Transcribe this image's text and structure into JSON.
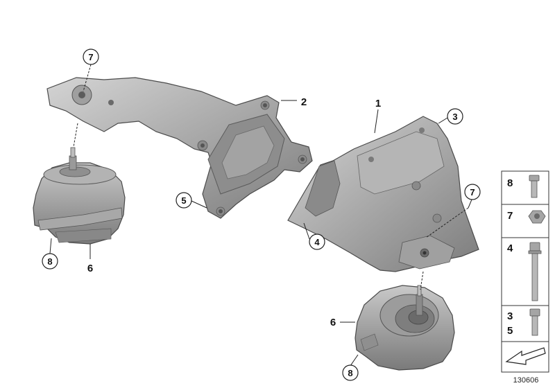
{
  "diagram": {
    "colors": {
      "part_light": "#bfbfbf",
      "part_mid": "#9a9a9a",
      "part_dark": "#6e6e6e",
      "outline": "#4a4a4a",
      "leader": "#222222"
    },
    "callouts": {
      "c1": "1",
      "c2": "2",
      "c3": "3",
      "c4": "4",
      "c5": "5",
      "c6a": "6",
      "c6b": "6",
      "c7a": "7",
      "c7b": "7",
      "c8a": "8",
      "c8b": "8"
    },
    "legend": {
      "r1": "8",
      "r2": "7",
      "r3": "4",
      "r4a": "3",
      "r4b": "5"
    },
    "reference_number": "130606"
  }
}
